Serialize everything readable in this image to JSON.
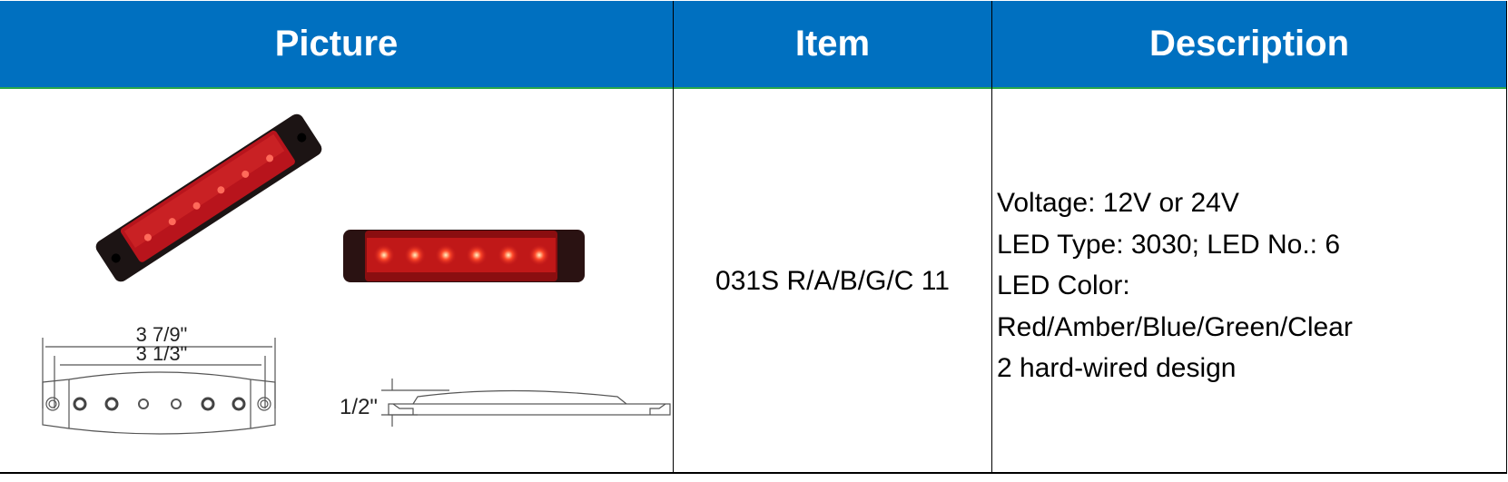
{
  "header": {
    "columns": [
      "Picture",
      "Item",
      "Description"
    ],
    "color": "#0070c0"
  },
  "row": {
    "picture": {
      "dimension_overall": "3 7/9\"",
      "dimension_inner": "3 1/3\"",
      "dimension_height": "1/2\"",
      "lamp_color": "#c0141a"
    },
    "item": "031S R/A/B/G/C 11",
    "description": [
      "Voltage: 12V or 24V",
      "LED Type: 3030; LED No.: 6",
      "LED Color:",
      "Red/Amber/Blue/Green/Clear",
      "2 hard-wired design"
    ]
  }
}
